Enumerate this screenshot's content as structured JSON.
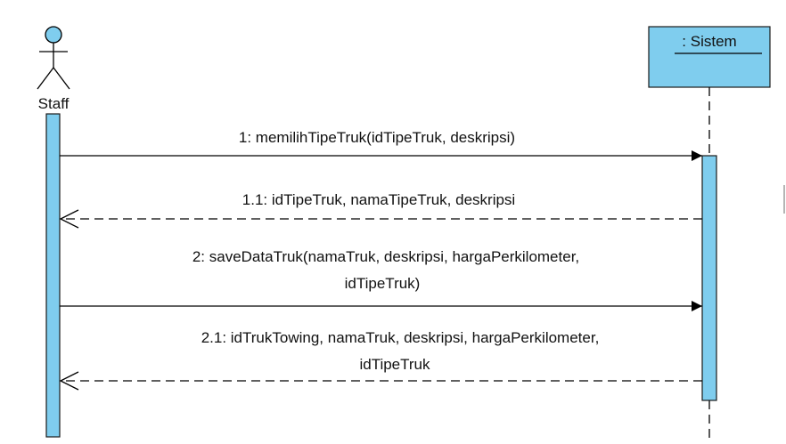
{
  "diagram": {
    "type": "sequence",
    "colors": {
      "fill": "#7fcdee",
      "stroke": "#1a1a1a"
    },
    "actor": {
      "name": "Staff"
    },
    "object": {
      "name": ": Sistem"
    },
    "messages": [
      {
        "kind": "call",
        "lines": [
          "1: memilihTipeTruk(idTipeTruk, deskripsi)"
        ]
      },
      {
        "kind": "return",
        "lines": [
          "1.1: idTipeTruk, namaTipeTruk, deskripsi"
        ]
      },
      {
        "kind": "call",
        "lines": [
          "2: saveDataTruk(namaTruk, deskripsi, hargaPerkilometer,",
          "idTipeTruk)"
        ]
      },
      {
        "kind": "return",
        "lines": [
          "2.1: idTrukTowing, namaTruk, deskripsi, hargaPerkilometer,",
          "idTipeTruk"
        ]
      }
    ]
  }
}
